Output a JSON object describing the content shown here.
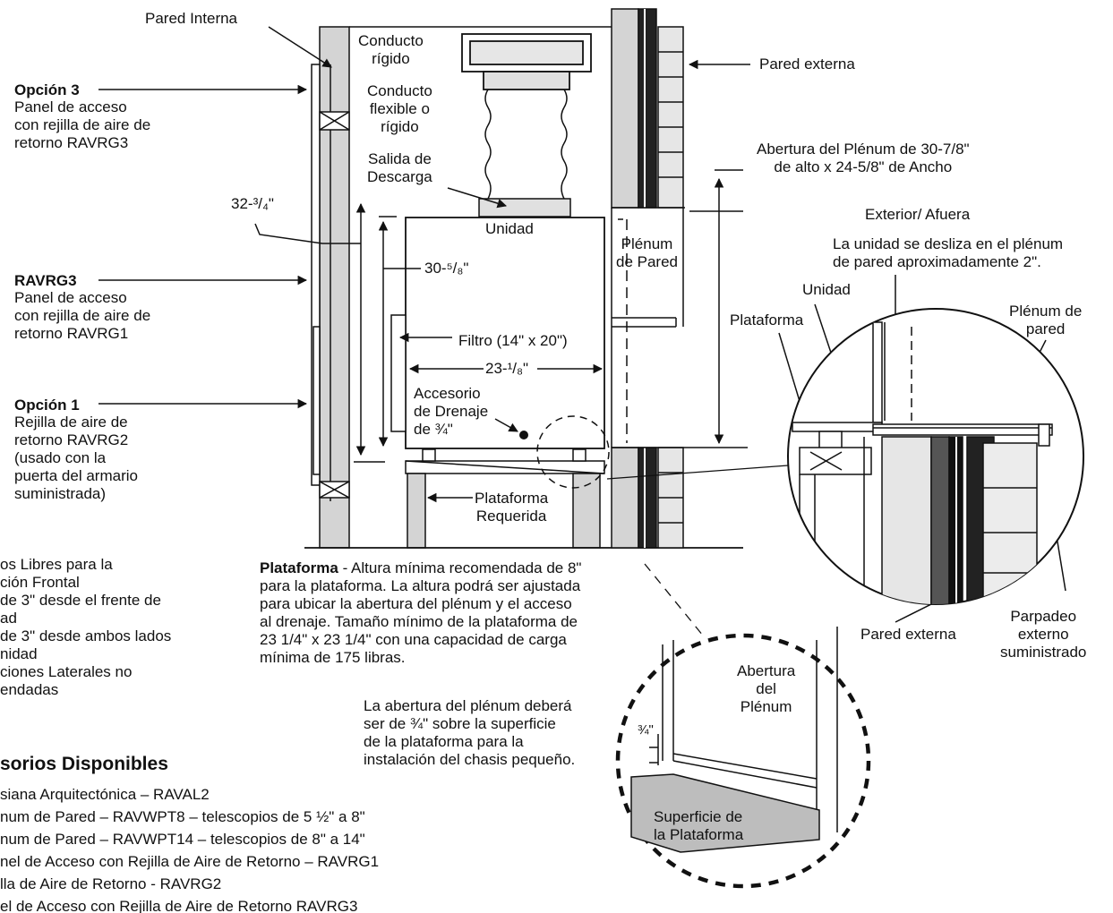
{
  "labels": {
    "pared_interna": "Pared Interna",
    "conducto_rigido": "Conducto\nrígido",
    "conducto_flexible": "Conducto\nflexible o\nrígido",
    "salida_descarga": "Salida de\nDescarga",
    "pared_externa_top": "Pared externa",
    "abertura_plenum_dim": "Abertura del Plénum de 30-7/8\"\nde alto x 24-5/8\" de Ancho",
    "exterior": "Exterior/ Afuera",
    "desliza": "La unidad se desliza en el plénum\nde pared aproximadamente 2\".",
    "opcion3_title": "Opción 3",
    "opcion3_text": "Panel de acceso\ncon rejilla de aire de\nretorno RAVRG3",
    "ravrg3_title": "RAVRG3",
    "ravrg3_text": "Panel de acceso\ncon rejilla de aire de\nretorno RAVRG1",
    "opcion1_title": "Opción 1",
    "opcion1_text": "Rejilla de aire de\nretorno RAVRG2\n(usado con la\npuerta del armario\nsuministrada)",
    "dim_32": "32-³/₄\"",
    "dim_30": "30-⁵/₈\"",
    "dim_23": "23-¹/₈\"",
    "unidad": "Unidad",
    "plenum_pared": "Plénum\nde Pared",
    "filtro": "Filtro (14\" x 20\")",
    "accesorio_drenaje": "Accesorio\nde Drenaje\nde ¾\"",
    "plataforma_requerida": "Plataforma\nRequerida",
    "detail_unidad": "Unidad",
    "detail_plataforma": "Plataforma",
    "detail_plenum_pared": "Plénum de\npared",
    "detail_pared_externa": "Pared externa",
    "detail_parpadeo": "Parpadeo\nexterno\nsuministrado",
    "espacios_libres": "os Libres para la\nción Frontal\nde 3\" desde el frente de\nad\nde 3\" desde ambos lados\nnidad\nciones Laterales no\nendadas",
    "plataforma_note_bold": "Plataforma",
    "plataforma_note_text": " - Altura mínima recomendada de 8\"\npara la plataforma. La altura podrá ser ajustada\npara ubicar la abertura del plénum y el acceso\nal drenaje. Tamaño mínimo de la plataforma de\n23 1/4\" x 23 1/4\" con una capacidad de carga\nmínima de 175 libras.",
    "abertura_note": "La abertura del plénum deberá\nser de ¾\" sobre la superficie\nde la plataforma para la\ninstalación del chasis pequeño.",
    "abertura_del_plenum": "Abertura\ndel\nPlénum",
    "dim_3_4": "¾\"",
    "superficie": "Superficie de\nla Plataforma",
    "accesorios_title": "sorios Disponibles",
    "accesorios": [
      "siana Arquitectónica – RAVAL2",
      "num de Pared – RAVWPT8 – telescopios de 5 ½\" a 8\"",
      "num de Pared – RAVWPT14 – telescopios de 8\" a 14\"",
      "nel de Acceso con Rejilla de Aire de Retorno – RAVRG1",
      "lla de Aire de Retorno - RAVRG2",
      "el de Acceso con Rejilla de Aire de Retorno RAVRG3"
    ]
  }
}
